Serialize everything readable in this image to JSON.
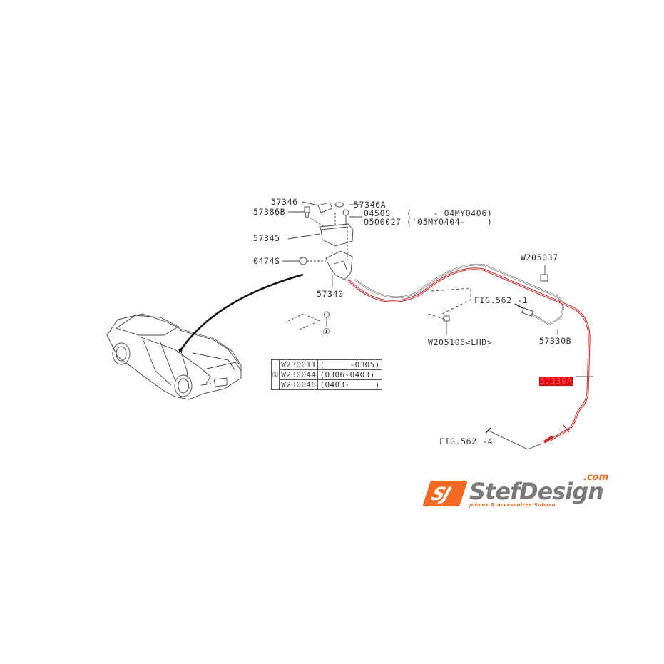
{
  "diagram": {
    "type": "exploded parts diagram - hood release cable",
    "part_labels": {
      "p57346": "57346",
      "p57346A": "57346A",
      "p57386B": "57386B",
      "p0450S": "0450S",
      "p0450S_range": "(    -'04MY0406)",
      "pQ500027": "Q500027",
      "pQ500027_range": "('05MY0404-    )",
      "p57345": "57345",
      "p0474S": "0474S",
      "p57340": "57340",
      "pW205037": "W205037",
      "fig562_1": "FIG.562 -1",
      "pW205106": "W205106<LHD>",
      "p57330B": "57330B",
      "p57330A": "57330A",
      "fig562_4": "FIG.562 -4",
      "ref1": "①"
    },
    "highlighted_part": "57330A",
    "highlight_color": "#e8000d",
    "cable_color": "#d81e1e",
    "alternates_table": {
      "ref": "①",
      "rows": [
        {
          "part": "W230011",
          "range": "(     -0305)"
        },
        {
          "part": "W230044",
          "range": "(0306-0403)"
        },
        {
          "part": "W230046",
          "range": "(0403-     )"
        }
      ]
    }
  },
  "logo": {
    "mark": "SJ",
    "name": "StefDesign",
    "suffix": ".com",
    "tagline": "pièces & accessoires Subaru",
    "accent_color": "#f26a22"
  }
}
